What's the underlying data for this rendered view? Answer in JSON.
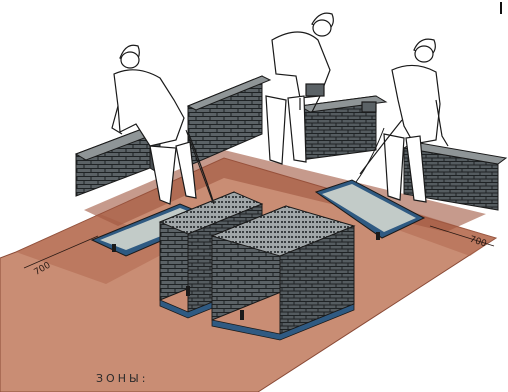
{
  "illustration": {
    "dimension_left": "700",
    "dimension_right": "700",
    "caption": "ЗОНЫ:"
  },
  "colors": {
    "floor": "#c98d74",
    "floor_edge": "#8a4a36",
    "work_zone": "#a86048",
    "brick": "#585f63",
    "brick_top": "#8e9496",
    "mortar": "#2a2e30",
    "mortar_box": "#2f5a82",
    "mortar_fill": "#c2cbc8",
    "worker_cloth": "#ffffff",
    "outline": "#1a1a1a"
  },
  "icons": [
    "worker-figure",
    "helmet-icon",
    "brick-pallet",
    "mortar-box"
  ]
}
